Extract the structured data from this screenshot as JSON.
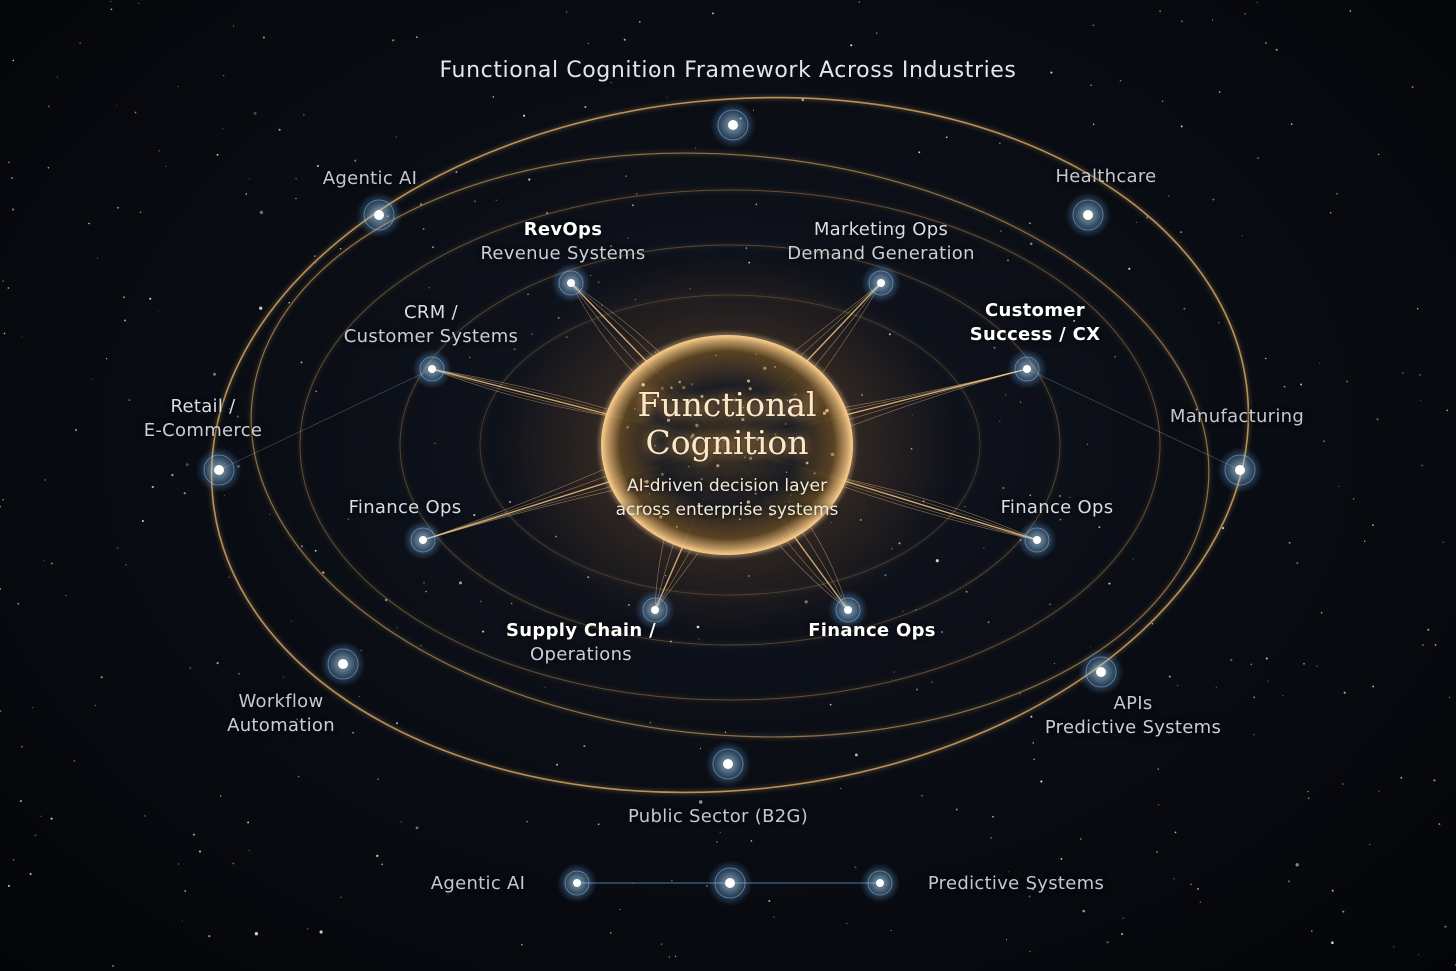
{
  "title": "Functional Cognition Framework Across Industries",
  "core": {
    "title_line1": "Functional",
    "title_line2": "Cognition",
    "subtitle_line1": "AI-driven decision layer",
    "subtitle_line2": "across enterprise systems"
  },
  "inner_nodes": {
    "revops": {
      "line1": "RevOps",
      "line2": "Revenue Systems"
    },
    "marketing_ops": {
      "line1": "Marketing Ops",
      "line2": "Demand Generation"
    },
    "crm": {
      "line1": "CRM /",
      "line2": "Customer Systems"
    },
    "customer_success": {
      "line1": "Customer",
      "line2": "Success / CX"
    },
    "finance_ops_left": {
      "line1": "Finance Ops"
    },
    "finance_ops_right": {
      "line1": "Finance Ops"
    },
    "supply_chain": {
      "line1": "Supply Chain /",
      "line2": "Operations"
    },
    "finance_ops_bottom": {
      "line1": "Finance Ops"
    }
  },
  "outer_nodes": {
    "agentic_ai": {
      "line1": "Agentic AI"
    },
    "healthcare": {
      "line1": "Healthcare"
    },
    "retail": {
      "line1": "Retail /",
      "line2": "E-Commerce"
    },
    "manufacturing": {
      "line1": "Manufacturing"
    },
    "workflow": {
      "line1": "Workflow",
      "line2": "Automation"
    },
    "apis": {
      "line1": "APIs",
      "line2": "Predictive Systems"
    },
    "public_sector": {
      "line1": "Public Sector  (B2G)"
    }
  },
  "bottom_row": {
    "left": "Agentic  AI",
    "right": "Predictive Systems"
  },
  "colors": {
    "background": "#05070b",
    "orbit_gold": "#e8b46a",
    "node_blue": "#9fd2ff",
    "core_glow": "#ffc47a",
    "text": "#d9dde6"
  }
}
